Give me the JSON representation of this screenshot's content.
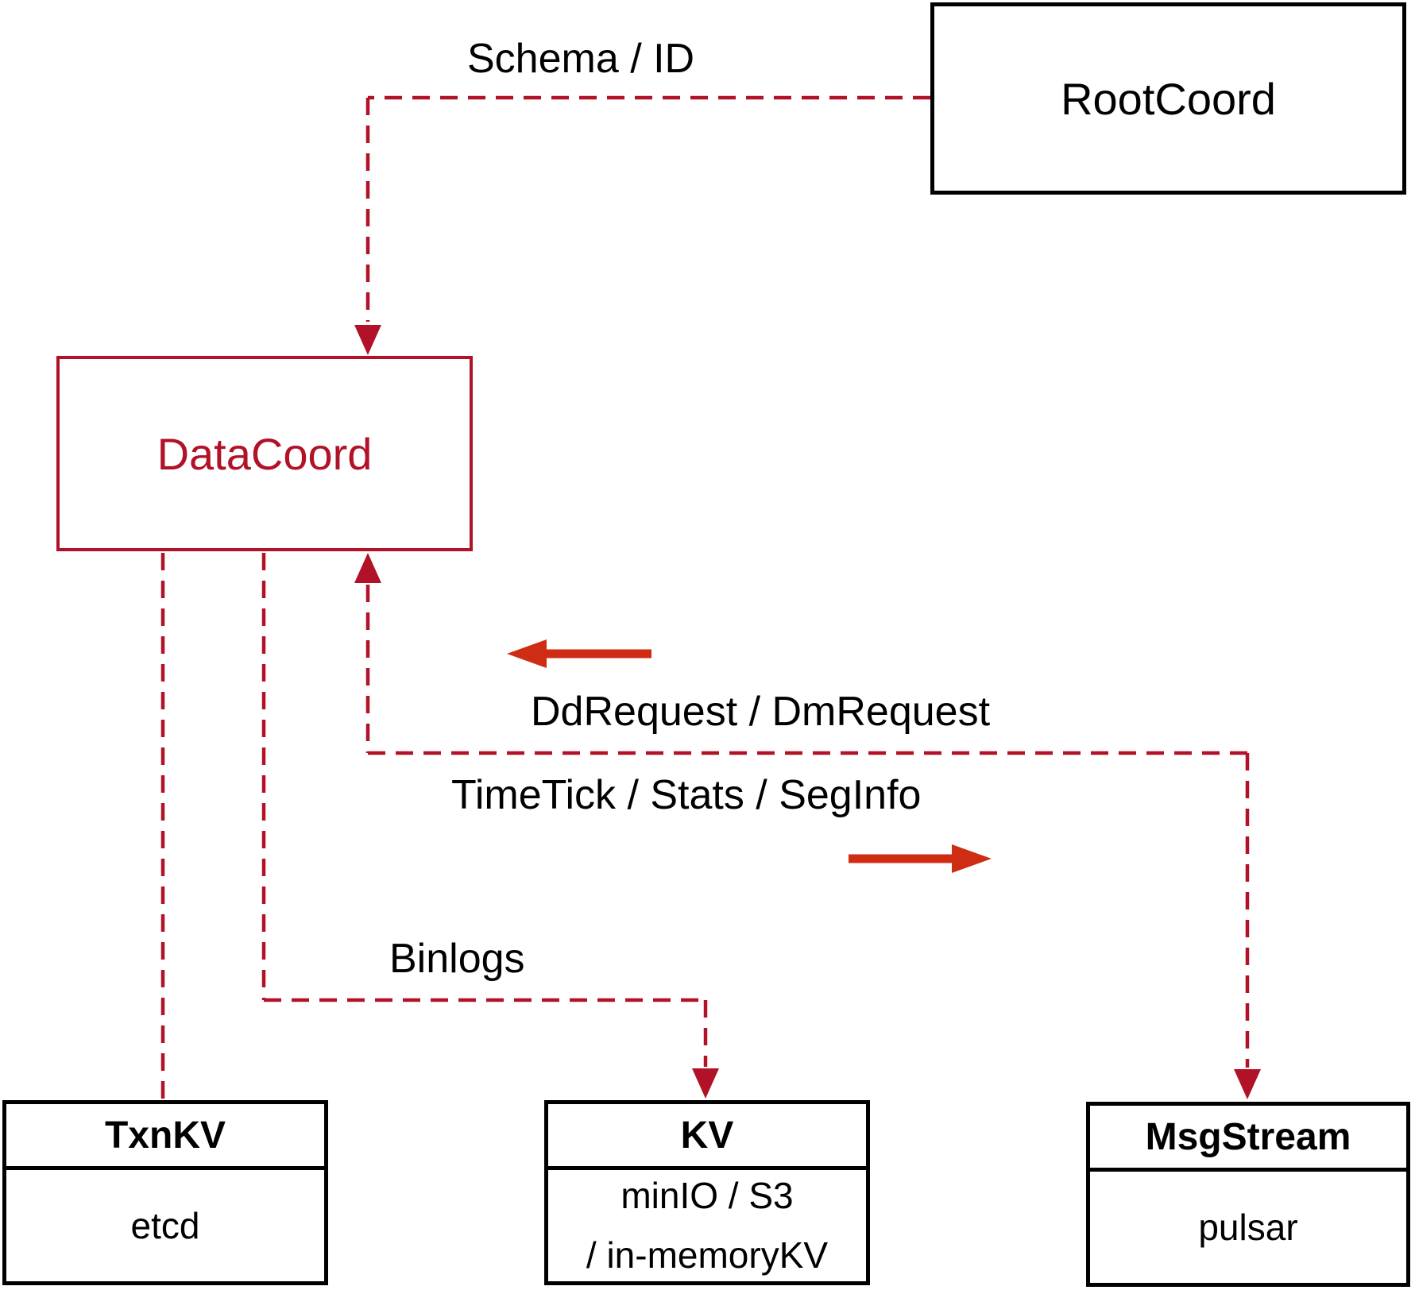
{
  "colors": {
    "crimson": "#b11228",
    "arrow": "#ce2d14",
    "ink": "#000000",
    "paper": "#ffffff"
  },
  "nodes": {
    "rootcoord": {
      "label": "RootCoord"
    },
    "datacoord": {
      "label": "DataCoord"
    },
    "txnkv": {
      "title": "TxnKV",
      "body": "etcd"
    },
    "kv": {
      "title": "KV",
      "body_line1": "minIO / S3",
      "body_line2": "/ in-memoryKV"
    },
    "msgstream": {
      "title": "MsgStream",
      "body": "pulsar"
    }
  },
  "edge_labels": {
    "schema_id": "Schema / ID",
    "dd_request": "DdRequest / DmRequest",
    "timetick": "TimeTick / Stats / SegInfo",
    "binlogs": "Binlogs"
  }
}
